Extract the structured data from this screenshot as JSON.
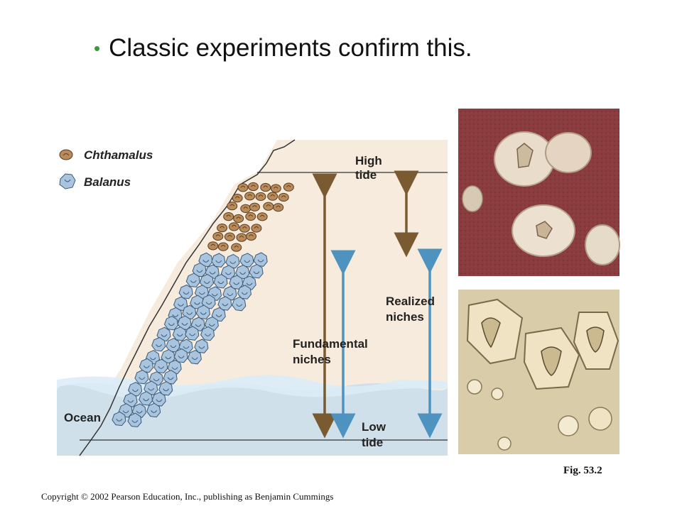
{
  "slide": {
    "bullet": "•",
    "title": "Classic experiments confirm this.",
    "fig_label": "Fig. 53.2",
    "copyright": "Copyright © 2002 Pearson Education, Inc., publishing as Benjamin Cummings"
  },
  "diagram": {
    "legend": [
      {
        "name": "Chthamalus",
        "color": "#b98a5a"
      },
      {
        "name": "Balanus",
        "color": "#a9c4de"
      }
    ],
    "labels": {
      "high_tide_1": "High",
      "high_tide_2": "tide",
      "low_tide_1": "Low",
      "low_tide_2": "tide",
      "fundamental_1": "Fundamental",
      "fundamental_2": "niches",
      "realized_1": "Realized",
      "realized_2": "niches",
      "ocean": "Ocean"
    },
    "colors": {
      "brown_arrow": "#7a5a30",
      "blue_arrow": "#4e93c0",
      "sky": "#f6ebdc",
      "water": "#cfe0ea",
      "water_edge": "#dcecf7",
      "rock_outline": "#333333"
    }
  },
  "photos": [
    {
      "name": "chthamalus-photo",
      "bg": "#8a3c3f"
    },
    {
      "name": "balanus-photo",
      "bg": "#d9cca8"
    }
  ]
}
